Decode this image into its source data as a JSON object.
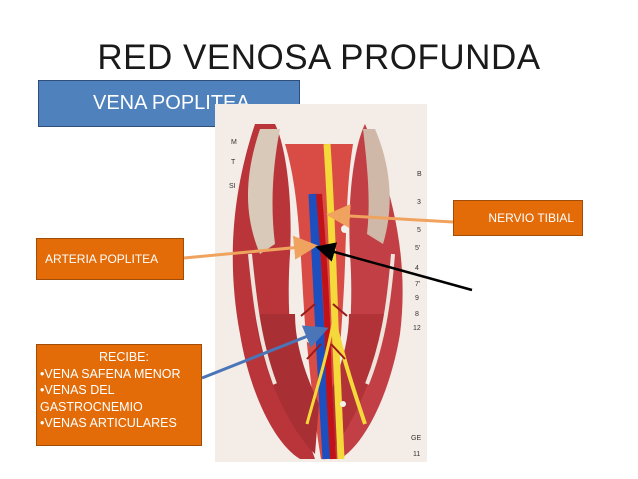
{
  "title": "RED VENOSA PROFUNDA",
  "subtitle": "VENA POPLITEA",
  "labels": {
    "nervio": "NERVIO TIBIAL",
    "arteria": "ARTERIA POPLITEA",
    "recibe": {
      "heading": "RECIBE:",
      "items": [
        "•VENA SAFENA MENOR",
        "•VENAS DEL",
        "GASTROCNEMIO",
        "•VENAS ARTICULARES"
      ]
    }
  },
  "figure_letters": {
    "left": [
      "M",
      "T",
      "SI"
    ],
    "right_top": [
      "B"
    ],
    "numbers": [
      "3",
      "5",
      "5'",
      "4",
      "7'",
      "9",
      "8",
      "12"
    ],
    "bottom": [
      "GE",
      "11"
    ]
  },
  "colors": {
    "blue_box": "#4f81bd",
    "orange_box": "#e36c09",
    "arrow_orange": "#f0a35e",
    "arrow_blue": "#4a76b8",
    "arrow_black": "#000000"
  }
}
